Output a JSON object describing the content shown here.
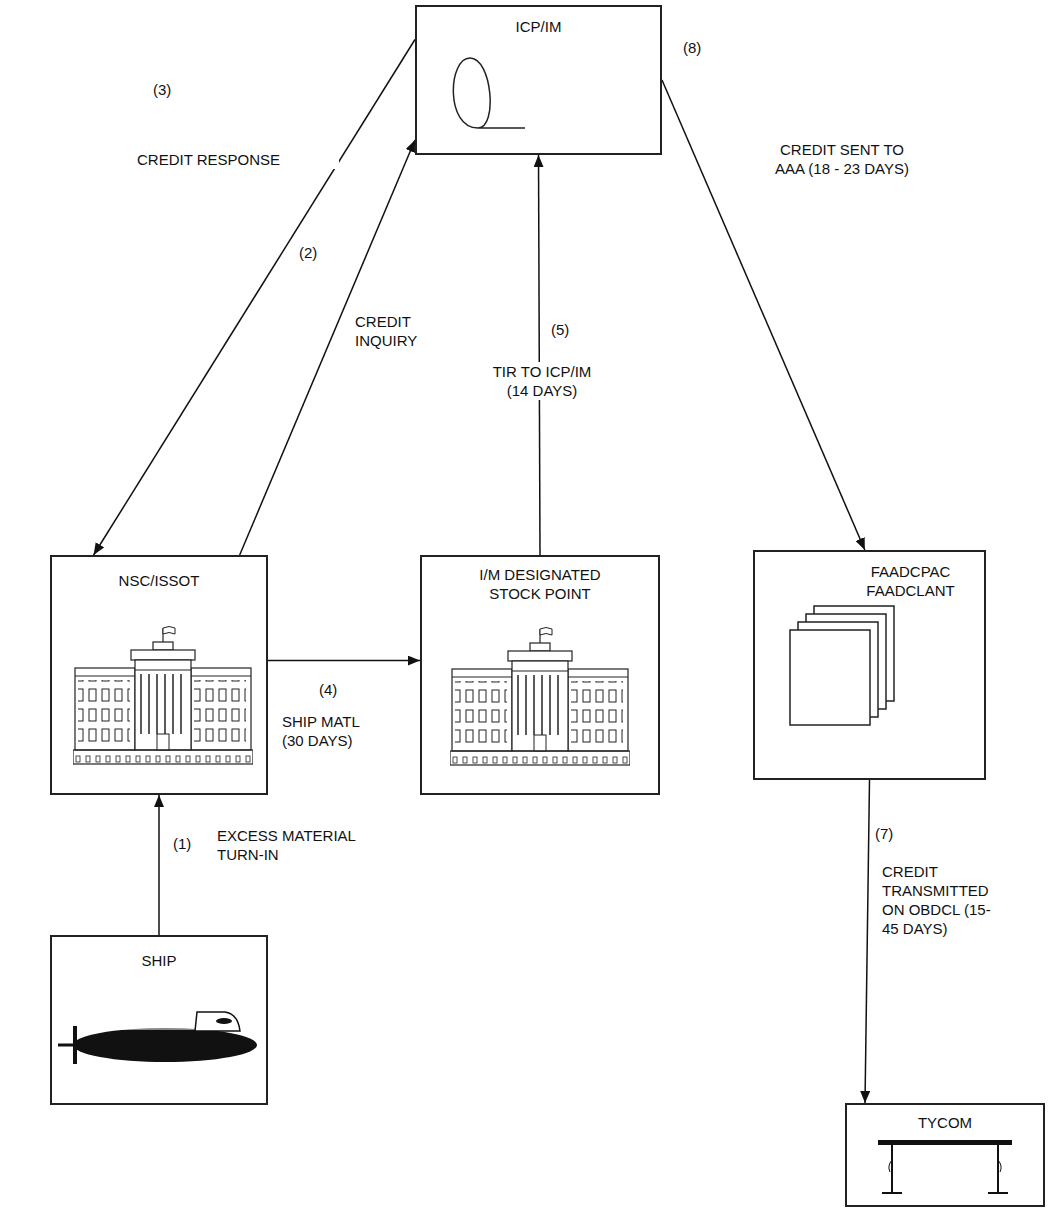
{
  "diagram": {
    "nodes": [
      {
        "text": [
          "ICP/IM"
        ]
      },
      {
        "text": [
          "NSC/ISSOT"
        ]
      },
      {
        "text": [
          "I/M DESIGNATED STOCK POINT"
        ]
      },
      {
        "text": [
          "FAADCPAC FAADCLANT"
        ]
      },
      {
        "text": [
          "SHIP"
        ]
      },
      {
        "text": [
          "TYCOM"
        ]
      }
    ],
    "edges": [
      {
        "from": 4,
        "to": 1,
        "arrow": "to",
        "label": "EXCESS MATERIAL TURN-IN"
      },
      {
        "from": 1,
        "to": 0,
        "arrow": "to",
        "label": "CREDIT INQUIRY"
      },
      {
        "from": 0,
        "to": 1,
        "arrow": "to",
        "label": "CREDIT RESPONSE"
      },
      {
        "from": 1,
        "to": 2,
        "arrow": "to",
        "label": "SHIP MATL (30 DAYS)"
      },
      {
        "from": 2,
        "to": 0,
        "arrow": "to",
        "label": "TIR TO ICP/IM (14 DAYS)"
      },
      {
        "from": 0,
        "to": 3,
        "arrow": "to",
        "label": "CREDIT SENT TO AAA (18 - 23 DAYS)"
      },
      {
        "from": 3,
        "to": 5,
        "arrow": "to",
        "label": "CREDIT TRANSMITTED ON OBDCL (15-45 DAYS)"
      }
    ],
    "labels": [
      "(1)",
      "(2)",
      "(3)",
      "(4)",
      "(5)",
      "(8)",
      "(7)"
    ]
  }
}
